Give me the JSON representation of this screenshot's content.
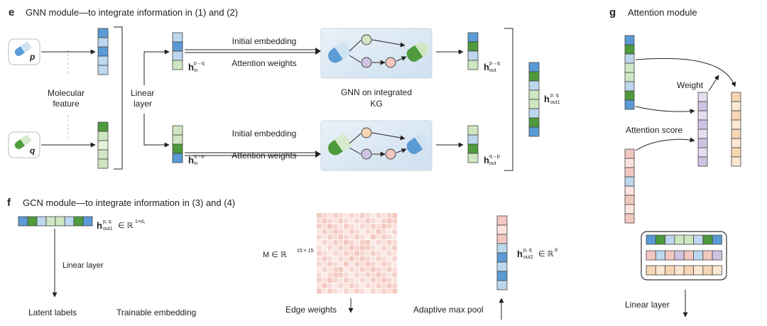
{
  "colors": {
    "blue": "#5b9bd5",
    "light_blue": "#bcd7ee",
    "green": "#4e9a3c",
    "light_green": "#cfe6c2",
    "pale_green": "#e6f1dc",
    "purple": "#cfc3e3",
    "pink": "#f2c7c0",
    "peach": "#f6d5b3",
    "matrix": "#f3c4bb",
    "kg_panel": "#dce8f3"
  },
  "panel_e": {
    "letter": "e",
    "title": "GNN module—to integrate information in (1) and (2)",
    "drug_p": "p",
    "drug_q": "q",
    "molecular_feature": [
      "Molecular",
      "feature"
    ],
    "linear_layer": [
      "Linear",
      "layer"
    ],
    "h_in_pq_sup": "p→q",
    "h_in_qp_sup": "q→p",
    "h_in_sub": "in",
    "initial_embedding": "Initial embedding",
    "attention_weights": "Attention weights",
    "gnn_label": [
      "GNN on integrated",
      "KG"
    ],
    "h_out_pq_sup": "p→q",
    "h_out_qp_sup": "q→p",
    "h_out_sub": "out",
    "h_out1_sup": "p, q",
    "h_out1_sub": "out1"
  },
  "panel_f": {
    "letter": "f",
    "title": "GCN module—to integrate information in (3) and (4)",
    "h_sup": "p, q",
    "h_sub": "out1",
    "h_space": "∈ ℝ",
    "h_space_exp": "1×d₁",
    "linear_layer": "Linear layer",
    "latent_labels": "Latent labels",
    "trainable_embedding": "Trainable embedding",
    "m_label": "M ∈ ℝ",
    "m_exp": "15 × 15",
    "edge_weights": "Edge weights",
    "adaptive_max_pool": "Adaptive max pool",
    "h2_sup": "p, q",
    "h2_sub": "out2",
    "h2_space": "∈ ℝ",
    "h2_exp": "d"
  },
  "panel_g": {
    "letter": "g",
    "title": "Attention module",
    "weight": "Weight",
    "attention_score": "Attention score",
    "linear_layer": "Linear layer"
  }
}
